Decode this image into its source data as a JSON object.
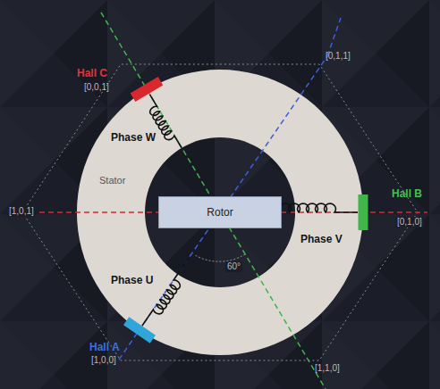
{
  "diagram": {
    "nodes": [
      {
        "text": [
          "Stator"
        ]
      },
      {
        "text": [
          "Rotor"
        ],
        "in": 0
      }
    ],
    "labels": [
      "Hall C",
      "[0,0,1]",
      "[0,1,1]",
      "Phase W",
      "[1,0,1]",
      "Hall B",
      "[0,1,0]",
      "Phase V",
      "60°",
      "Phase U",
      "Hall A",
      "[1,0,0]",
      "[1,1,0]"
    ]
  }
}
